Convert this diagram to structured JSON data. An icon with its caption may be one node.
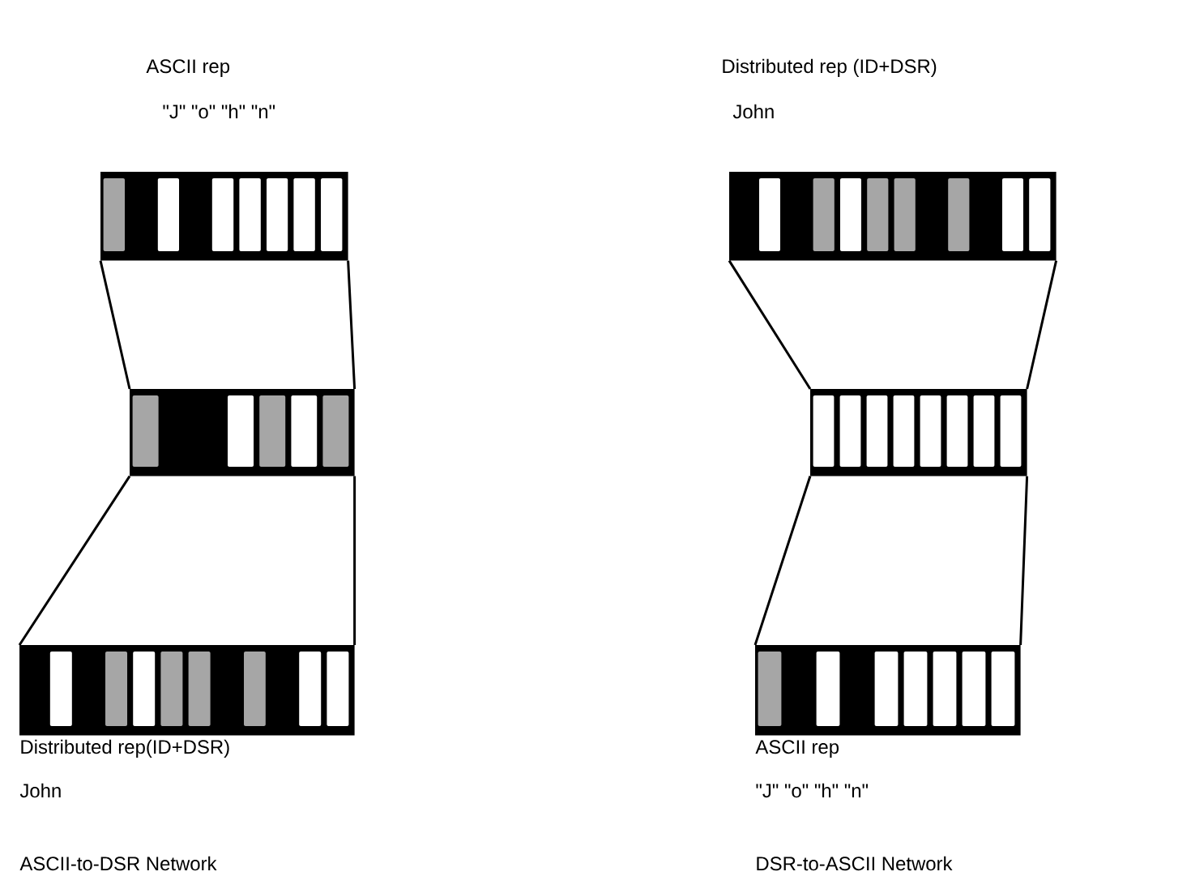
{
  "diagram": {
    "nodes": [
      {
        "text": [],
        "shape": "bar",
        "beside": [
          "ASCII rep",
          "\"J\" \"o\" \"h\" \"n\""
        ]
      },
      {
        "text": [],
        "shape": "bar"
      },
      {
        "text": [],
        "shape": "bar",
        "beside": [
          "Distributed rep(ID+DSR)",
          "John"
        ]
      },
      {
        "text": [],
        "shape": "bar",
        "beside": [
          "Distributed rep (ID+DSR)",
          "John"
        ]
      },
      {
        "text": [],
        "shape": "bar"
      },
      {
        "text": [],
        "shape": "bar",
        "beside": [
          "ASCII rep",
          "\"J\" \"o\" \"h\" \"n\""
        ]
      }
    ],
    "edges": [
      {
        "from": 0,
        "to": 1,
        "arrow": "none"
      },
      {
        "from": 1,
        "to": 2,
        "arrow": "none"
      },
      {
        "from": 3,
        "to": 4,
        "arrow": "none"
      },
      {
        "from": 4,
        "to": 5,
        "arrow": "none"
      }
    ],
    "labels": [
      "ASCII-to-DSR Network",
      "DSR-to-ASCII Network"
    ]
  }
}
